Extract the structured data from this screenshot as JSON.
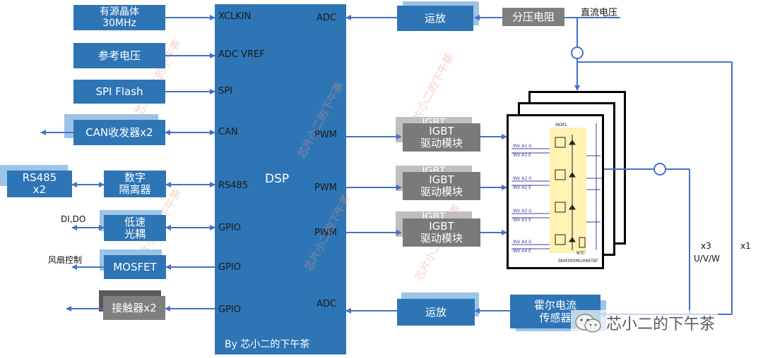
{
  "dsp": {
    "label": "DSP",
    "footer": "By 芯小二的下午茶"
  },
  "pins_left": [
    "XCLKIN",
    "ADC VREF",
    "SPI",
    "CAN",
    "RS485",
    "GPIO",
    "GPIO",
    "GPIO"
  ],
  "pins_right": {
    "adc_top": "ADC",
    "pwm1": "PWM",
    "pwm2": "PWM",
    "pwm3": "PWM",
    "adc_bottom": "ADC"
  },
  "left_blocks": {
    "crystal": "有源晶体\n30MHz",
    "vref": "参考电压",
    "spi_flash": "SPI Flash",
    "can": "CAN收发器x2",
    "rs485": "RS485\nx2",
    "isolator": "数字\n隔离器",
    "optocoupler": "低速\n光耦",
    "mosfet": "MOSFET",
    "contactor": "接触器x2"
  },
  "left_labels": {
    "dido": "DI,DO",
    "fan": "风扇控制"
  },
  "right_blocks": {
    "opamp_top": "运放",
    "divider": "分压电阻",
    "igbt_shadow": "IGBT",
    "igbt_driver": "IGBT\n驱动模块",
    "opamp_bottom": "运放",
    "hall_sensor": "霍尔电流\n传感器"
  },
  "labels": {
    "dc_voltage": "直流电压",
    "x3": "x3",
    "uvw": "U/V/W",
    "x1": "x1"
  },
  "watermark": {
    "text": "芯片小二的下午茶",
    "brand": "芯小二的下午茶"
  },
  "igbt_module": {
    "title": "SKM1",
    "pins": [
      "INV A1 G",
      "INV A1 E",
      "INV A2 G",
      "INV A2 E",
      "INV A3 G",
      "INV A3 E",
      "INV A4 G",
      "INV A4 E"
    ],
    "part": "SKM300MLI066TAT",
    "ntc": "NTC"
  },
  "colors": {
    "blue": "#2e75b6",
    "light_blue": "#9dc3e6",
    "gray": "#7f7f7f",
    "line": "#4472c4"
  }
}
